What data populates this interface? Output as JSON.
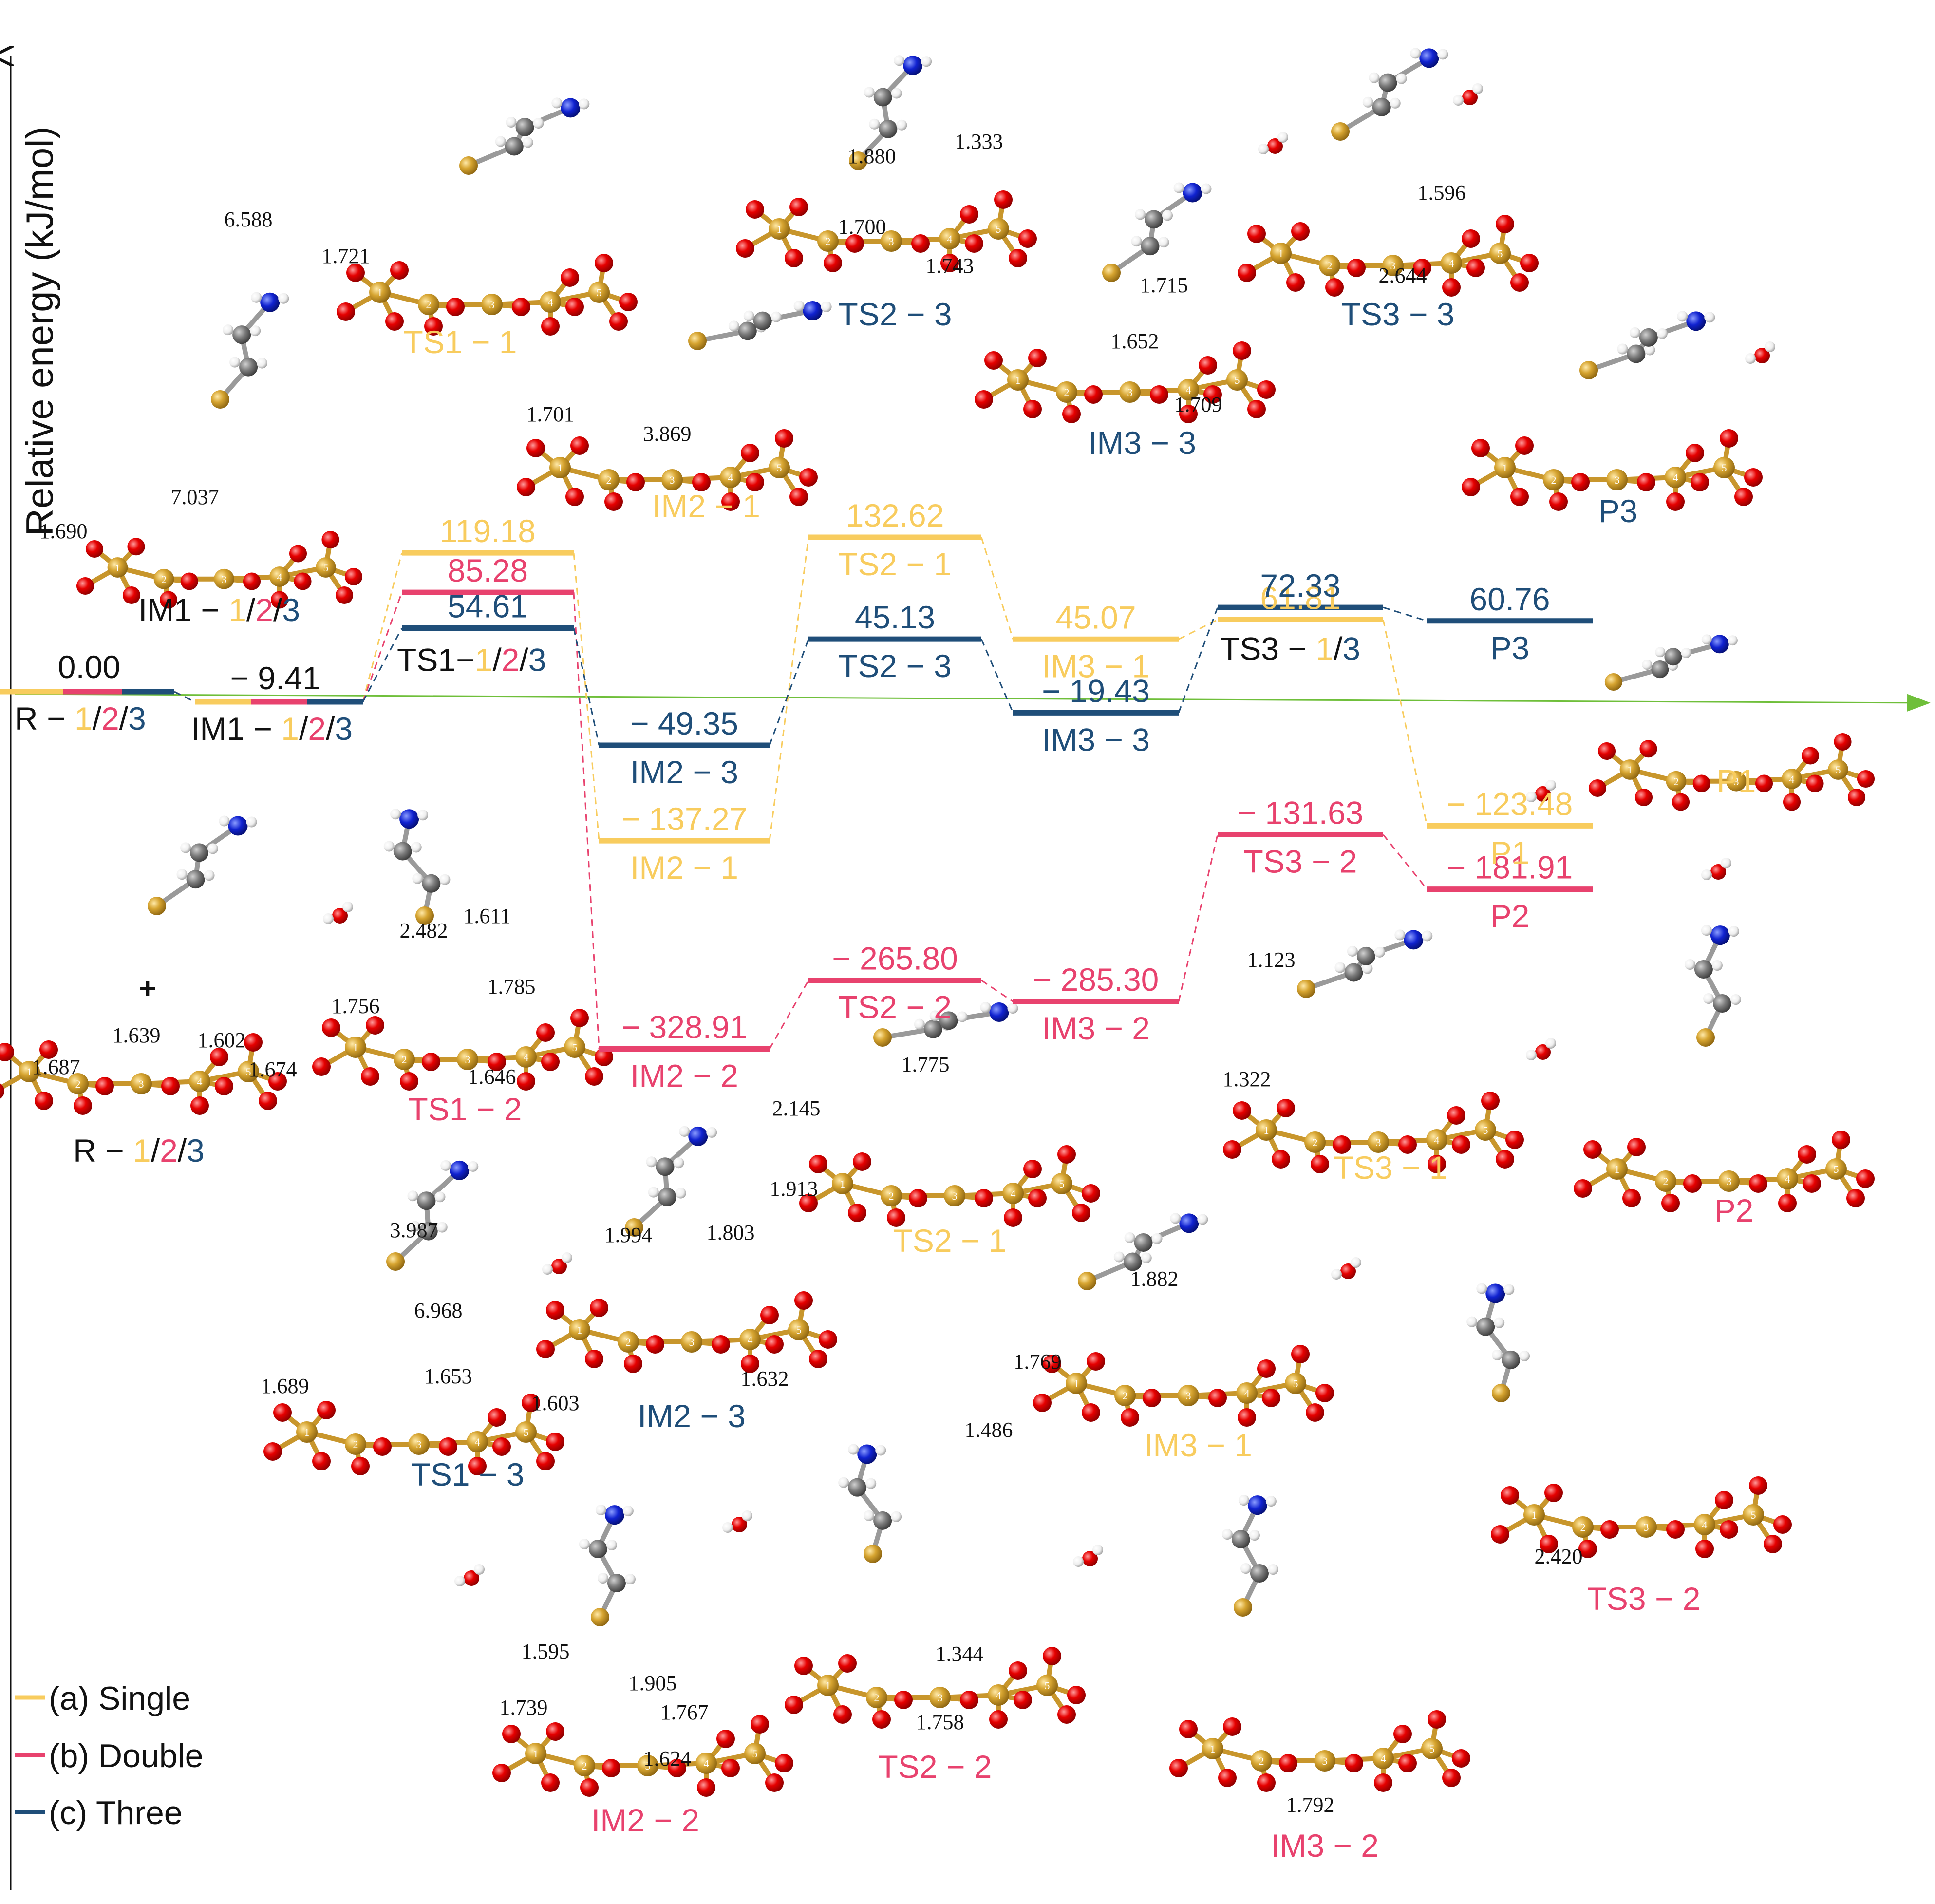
{
  "colors": {
    "single": "#F8CC5E",
    "double": "#E8426E",
    "three": "#1F4E79",
    "black": "#111111",
    "green_line": "#6FBF3A",
    "atom_o": "#E60000",
    "atom_p": "#D6A430",
    "atom_c": "#7A7A7A",
    "atom_h": "#EEEEEE",
    "atom_n": "#1022D0"
  },
  "chart_data": {
    "type": "energy-profile",
    "ylabel": "Relative energy (kJ/mol)",
    "legend": {
      "placement": "bottom-left",
      "entries": [
        {
          "key": "single",
          "label": "(a) Single"
        },
        {
          "key": "double",
          "label": "(b) Double"
        },
        {
          "key": "three",
          "label": "(c) Three"
        }
      ]
    },
    "reference_line": {
      "value": 0,
      "color": "green"
    },
    "series": [
      {
        "name": "(a) Single",
        "key": "single",
        "states": [
          {
            "id": "R",
            "value": 0.0
          },
          {
            "id": "IM1",
            "value": -9.41
          },
          {
            "id": "TS1",
            "value": 119.18,
            "label": "119.18"
          },
          {
            "id": "IM2",
            "value": -137.27,
            "label": "− 137.27",
            "name": "IM2 − 1"
          },
          {
            "id": "TS2",
            "value": 132.62,
            "label": "132.62",
            "name": "TS2 − 1"
          },
          {
            "id": "IM3",
            "value": 45.07,
            "label": "45.07",
            "name": "IM3 − 1"
          },
          {
            "id": "TS3",
            "value": 61.81,
            "label": "61.81"
          },
          {
            "id": "P",
            "value": -123.48,
            "label": "− 123.48",
            "name": "P1"
          }
        ]
      },
      {
        "name": "(b) Double",
        "key": "double",
        "states": [
          {
            "id": "R",
            "value": 0.0
          },
          {
            "id": "IM1",
            "value": -9.41
          },
          {
            "id": "TS1",
            "value": 85.28,
            "label": "85.28"
          },
          {
            "id": "IM2",
            "value": -328.91,
            "label": "− 328.91",
            "name": "IM2 − 2"
          },
          {
            "id": "TS2",
            "value": -265.8,
            "label": "− 265.80",
            "name": "TS2 − 2"
          },
          {
            "id": "IM3",
            "value": -285.3,
            "label": "− 285.30",
            "name": "IM3 − 2"
          },
          {
            "id": "TS3",
            "value": -131.63,
            "label": "− 131.63",
            "name": "TS3 − 2"
          },
          {
            "id": "P",
            "value": -181.91,
            "label": "− 181.91",
            "name": "P2"
          }
        ]
      },
      {
        "name": "(c) Three",
        "key": "three",
        "states": [
          {
            "id": "R",
            "value": 0.0
          },
          {
            "id": "IM1",
            "value": -9.41
          },
          {
            "id": "TS1",
            "value": 54.61,
            "label": "54.61"
          },
          {
            "id": "IM2",
            "value": -49.35,
            "label": "− 49.35",
            "name": "IM2 − 3"
          },
          {
            "id": "TS2",
            "value": 45.13,
            "label": "45.13",
            "name": "TS2 − 3"
          },
          {
            "id": "IM3",
            "value": -19.43,
            "label": "− 19.43",
            "name": "IM3 − 3"
          },
          {
            "id": "TS3",
            "value": 72.33,
            "label": "72.33"
          },
          {
            "id": "P",
            "value": 60.76,
            "label": "60.76",
            "name": "P3"
          }
        ]
      }
    ],
    "shared_labels": {
      "R_value": "0.00",
      "IM1_value": "− 9.41",
      "R_name": {
        "prefix": "R − ",
        "parts": [
          "1",
          "2",
          "3"
        ]
      },
      "IM1_name": {
        "prefix": "IM1 − ",
        "parts": [
          "1",
          "2",
          "3"
        ]
      },
      "TS1_name": {
        "prefix": "TS1−",
        "parts": [
          "1",
          "2",
          "3"
        ]
      },
      "TS3_name": {
        "prefix": "TS3 − ",
        "parts": [
          "1",
          "3"
        ]
      },
      "slash": "/"
    },
    "structure_captions": [
      {
        "text": "TS1 − 1",
        "key": "single"
      },
      {
        "text": "IM1 − 1/2/3",
        "key": "mixed"
      },
      {
        "text": "IM2 − 1",
        "key": "single"
      },
      {
        "text": "TS2 − 3",
        "key": "three"
      },
      {
        "text": "IM3 − 3",
        "key": "three"
      },
      {
        "text": "TS3 − 3",
        "key": "three"
      },
      {
        "text": "P3",
        "key": "three"
      },
      {
        "text": "P1",
        "key": "single"
      },
      {
        "text": "R − 1/2/3",
        "key": "mixed"
      },
      {
        "text": "TS1 − 2",
        "key": "double"
      },
      {
        "text": "TS2 − 1",
        "key": "single"
      },
      {
        "text": "TS3 − 1",
        "key": "single"
      },
      {
        "text": "P2",
        "key": "double"
      },
      {
        "text": "IM2 − 3",
        "key": "three"
      },
      {
        "text": "IM3 − 1",
        "key": "single"
      },
      {
        "text": "TS1 − 3",
        "key": "three"
      },
      {
        "text": "TS3 − 2",
        "key": "double"
      },
      {
        "text": "IM2 − 2",
        "key": "double"
      },
      {
        "text": "TS2 − 2",
        "key": "double"
      },
      {
        "text": "IM3 − 2",
        "key": "double"
      }
    ],
    "bond_labels": [
      "1.690",
      "7.037",
      "1.721",
      "6.588",
      "1.701",
      "3.869",
      "1.880",
      "1.333",
      "1.700",
      "1.743",
      "1.715",
      "1.652",
      "1.709",
      "1.596",
      "2.644",
      "1.611",
      "2.482",
      "1.756",
      "1.785",
      "1.646",
      "1.687",
      "1.639",
      "1.602",
      "1.674",
      "2.145",
      "1.775",
      "1.913",
      "1.123",
      "1.322",
      "1.994",
      "1.803",
      "1.632",
      "1.882",
      "1.769",
      "1.486",
      "3.987",
      "6.968",
      "1.689",
      "1.653",
      "1.603",
      "2.420",
      "1.595",
      "1.905",
      "1.739",
      "1.767",
      "1.624",
      "1.344",
      "1.758",
      "1.792"
    ],
    "plus_sign": "+"
  }
}
